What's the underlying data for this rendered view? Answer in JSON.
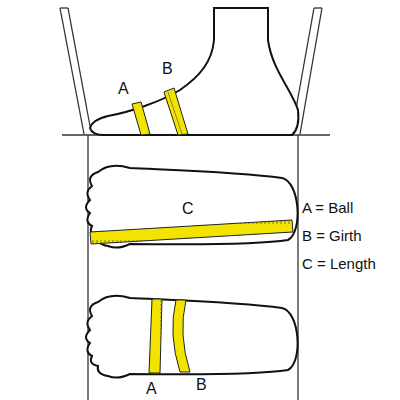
{
  "diagram": {
    "labels": [
      "A",
      "B",
      "C",
      "A = Ball",
      "B = Girth",
      "C = Length",
      "A",
      "B"
    ]
  }
}
